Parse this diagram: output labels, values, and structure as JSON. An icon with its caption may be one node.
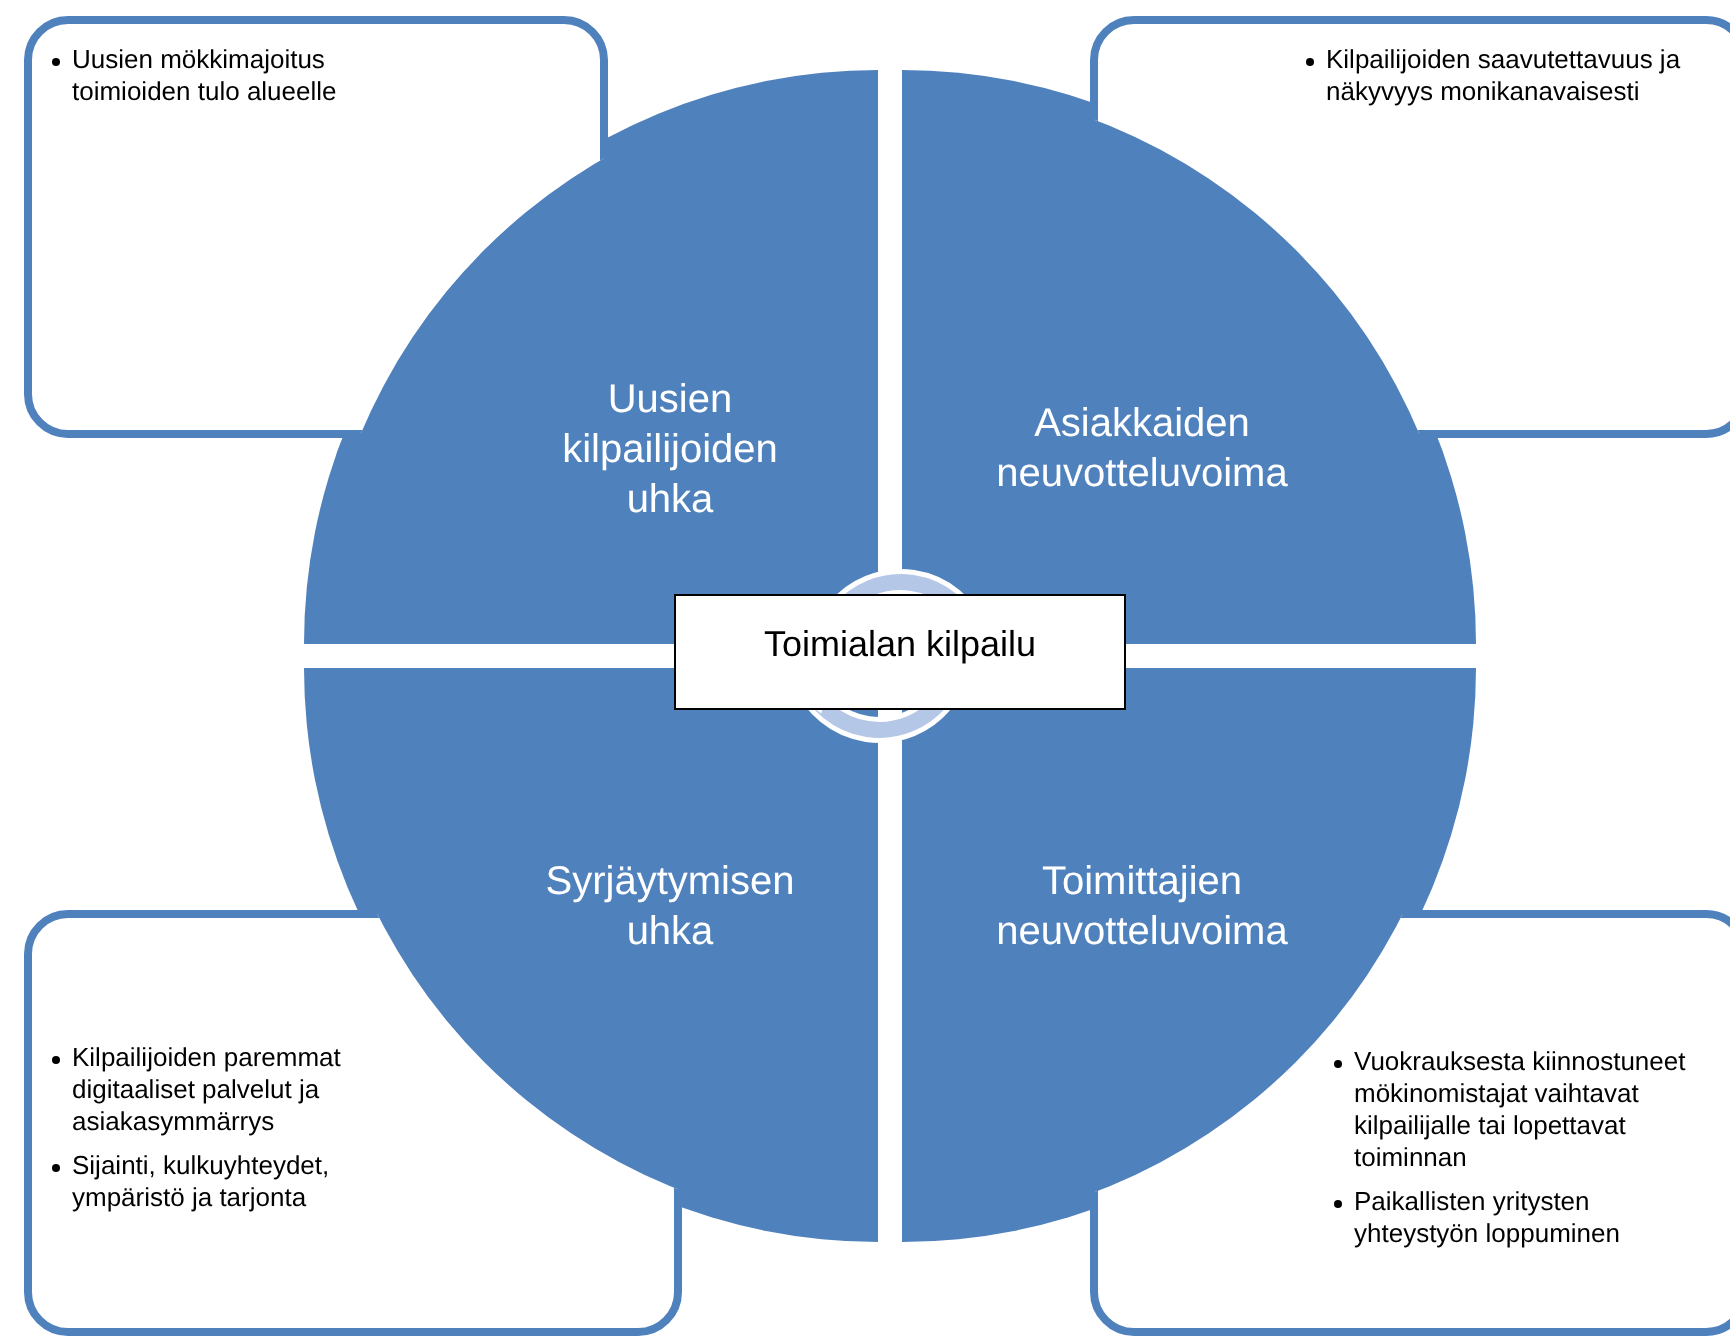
{
  "diagram": {
    "nodes": [
      {
        "text": [
          "Uusien mökkimajoitus toimioiden tulo alueelle"
        ]
      },
      {
        "text": [
          "Kilpailijoiden saavutettavuus ja näkyvyys monikanavaisesti"
        ]
      },
      {
        "text": [
          "Uusien kilpailijoiden uhka"
        ]
      },
      {
        "text": [
          "Asiakkaiden neuvotteluvoima"
        ]
      },
      {
        "text": [
          "Toimialan kilpailu"
        ]
      },
      {
        "text": [
          "Syrjäytymisen uhka"
        ]
      },
      {
        "text": [
          "Toimittajien neuvotteluvoima"
        ]
      },
      {
        "text": [
          "Kilpailijoiden paremmat digitaaliset palvelut ja asiakasymmärrys",
          "Sijainti, kulkuyhteydet, ympäristö ja tarjonta"
        ]
      },
      {
        "text": [
          "Vuokrauksesta kiinnostuneet mökinomistajat vaihtavat kilpailijalle tai lopettavat toiminnan",
          "Paikallisten yritysten yhteystyön loppuminen"
        ]
      }
    ]
  }
}
